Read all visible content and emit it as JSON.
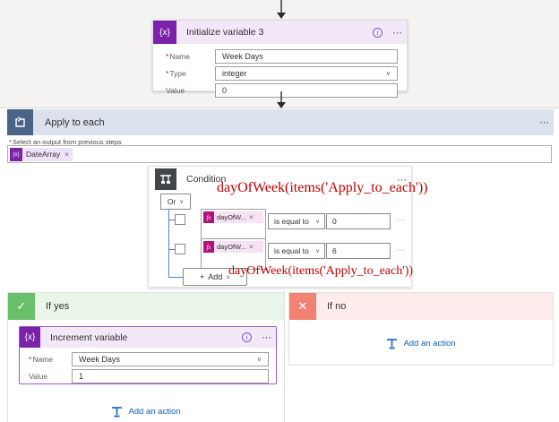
{
  "colors": {
    "variable_purple": "#7b22a8",
    "purple_header_bg": "#f1e8f8",
    "apply_each_blue": "#4a6488",
    "apply_each_band": "#dbe2ee",
    "condition_gray": "#41464d",
    "fx_magenta": "#b4127b",
    "if_yes_green": "#6abf6a",
    "if_no_red": "#f18274",
    "link_blue": "#1160b7",
    "annotation_red": "#c00000"
  },
  "icons": {
    "variable_glyph": "{x}",
    "token_glyph": "{x}",
    "fx_glyph": "fx",
    "ellipsis": "⋯",
    "info": "i",
    "chevron": "∨",
    "remove": "×",
    "plus": "+",
    "check": "✓",
    "cross": "✕",
    "required": "*"
  },
  "init_var": {
    "title": "Initialize variable 3",
    "name_label": "Name",
    "name_value": "Week Days",
    "type_label": "Type",
    "type_value": "integer",
    "value_label": "Value",
    "value_value": "0"
  },
  "apply_each": {
    "title": "Apply to each",
    "select_label": "Select an output from previous steps",
    "token_name": "DateArray"
  },
  "condition": {
    "title": "Condition",
    "operator": "Or",
    "rows": [
      {
        "token": "dayOfW...",
        "op": "is equal to",
        "value": "0"
      },
      {
        "token": "dayOfW...",
        "op": "is equal to",
        "value": "6"
      }
    ],
    "add_label": "Add"
  },
  "annotations": {
    "formula_top": "dayOfWeek(items('Apply_to_each'))",
    "formula_bottom": "dayOfWeek(items('Apply_to_each'))"
  },
  "if_yes": {
    "title": "If yes",
    "add_action_label": "Add an action"
  },
  "increment_var": {
    "title": "Increment variable",
    "name_label": "Name",
    "name_value": "Week Days",
    "value_label": "Value",
    "value_value": "1"
  },
  "if_no": {
    "title": "If no",
    "add_action_label": "Add an action"
  }
}
